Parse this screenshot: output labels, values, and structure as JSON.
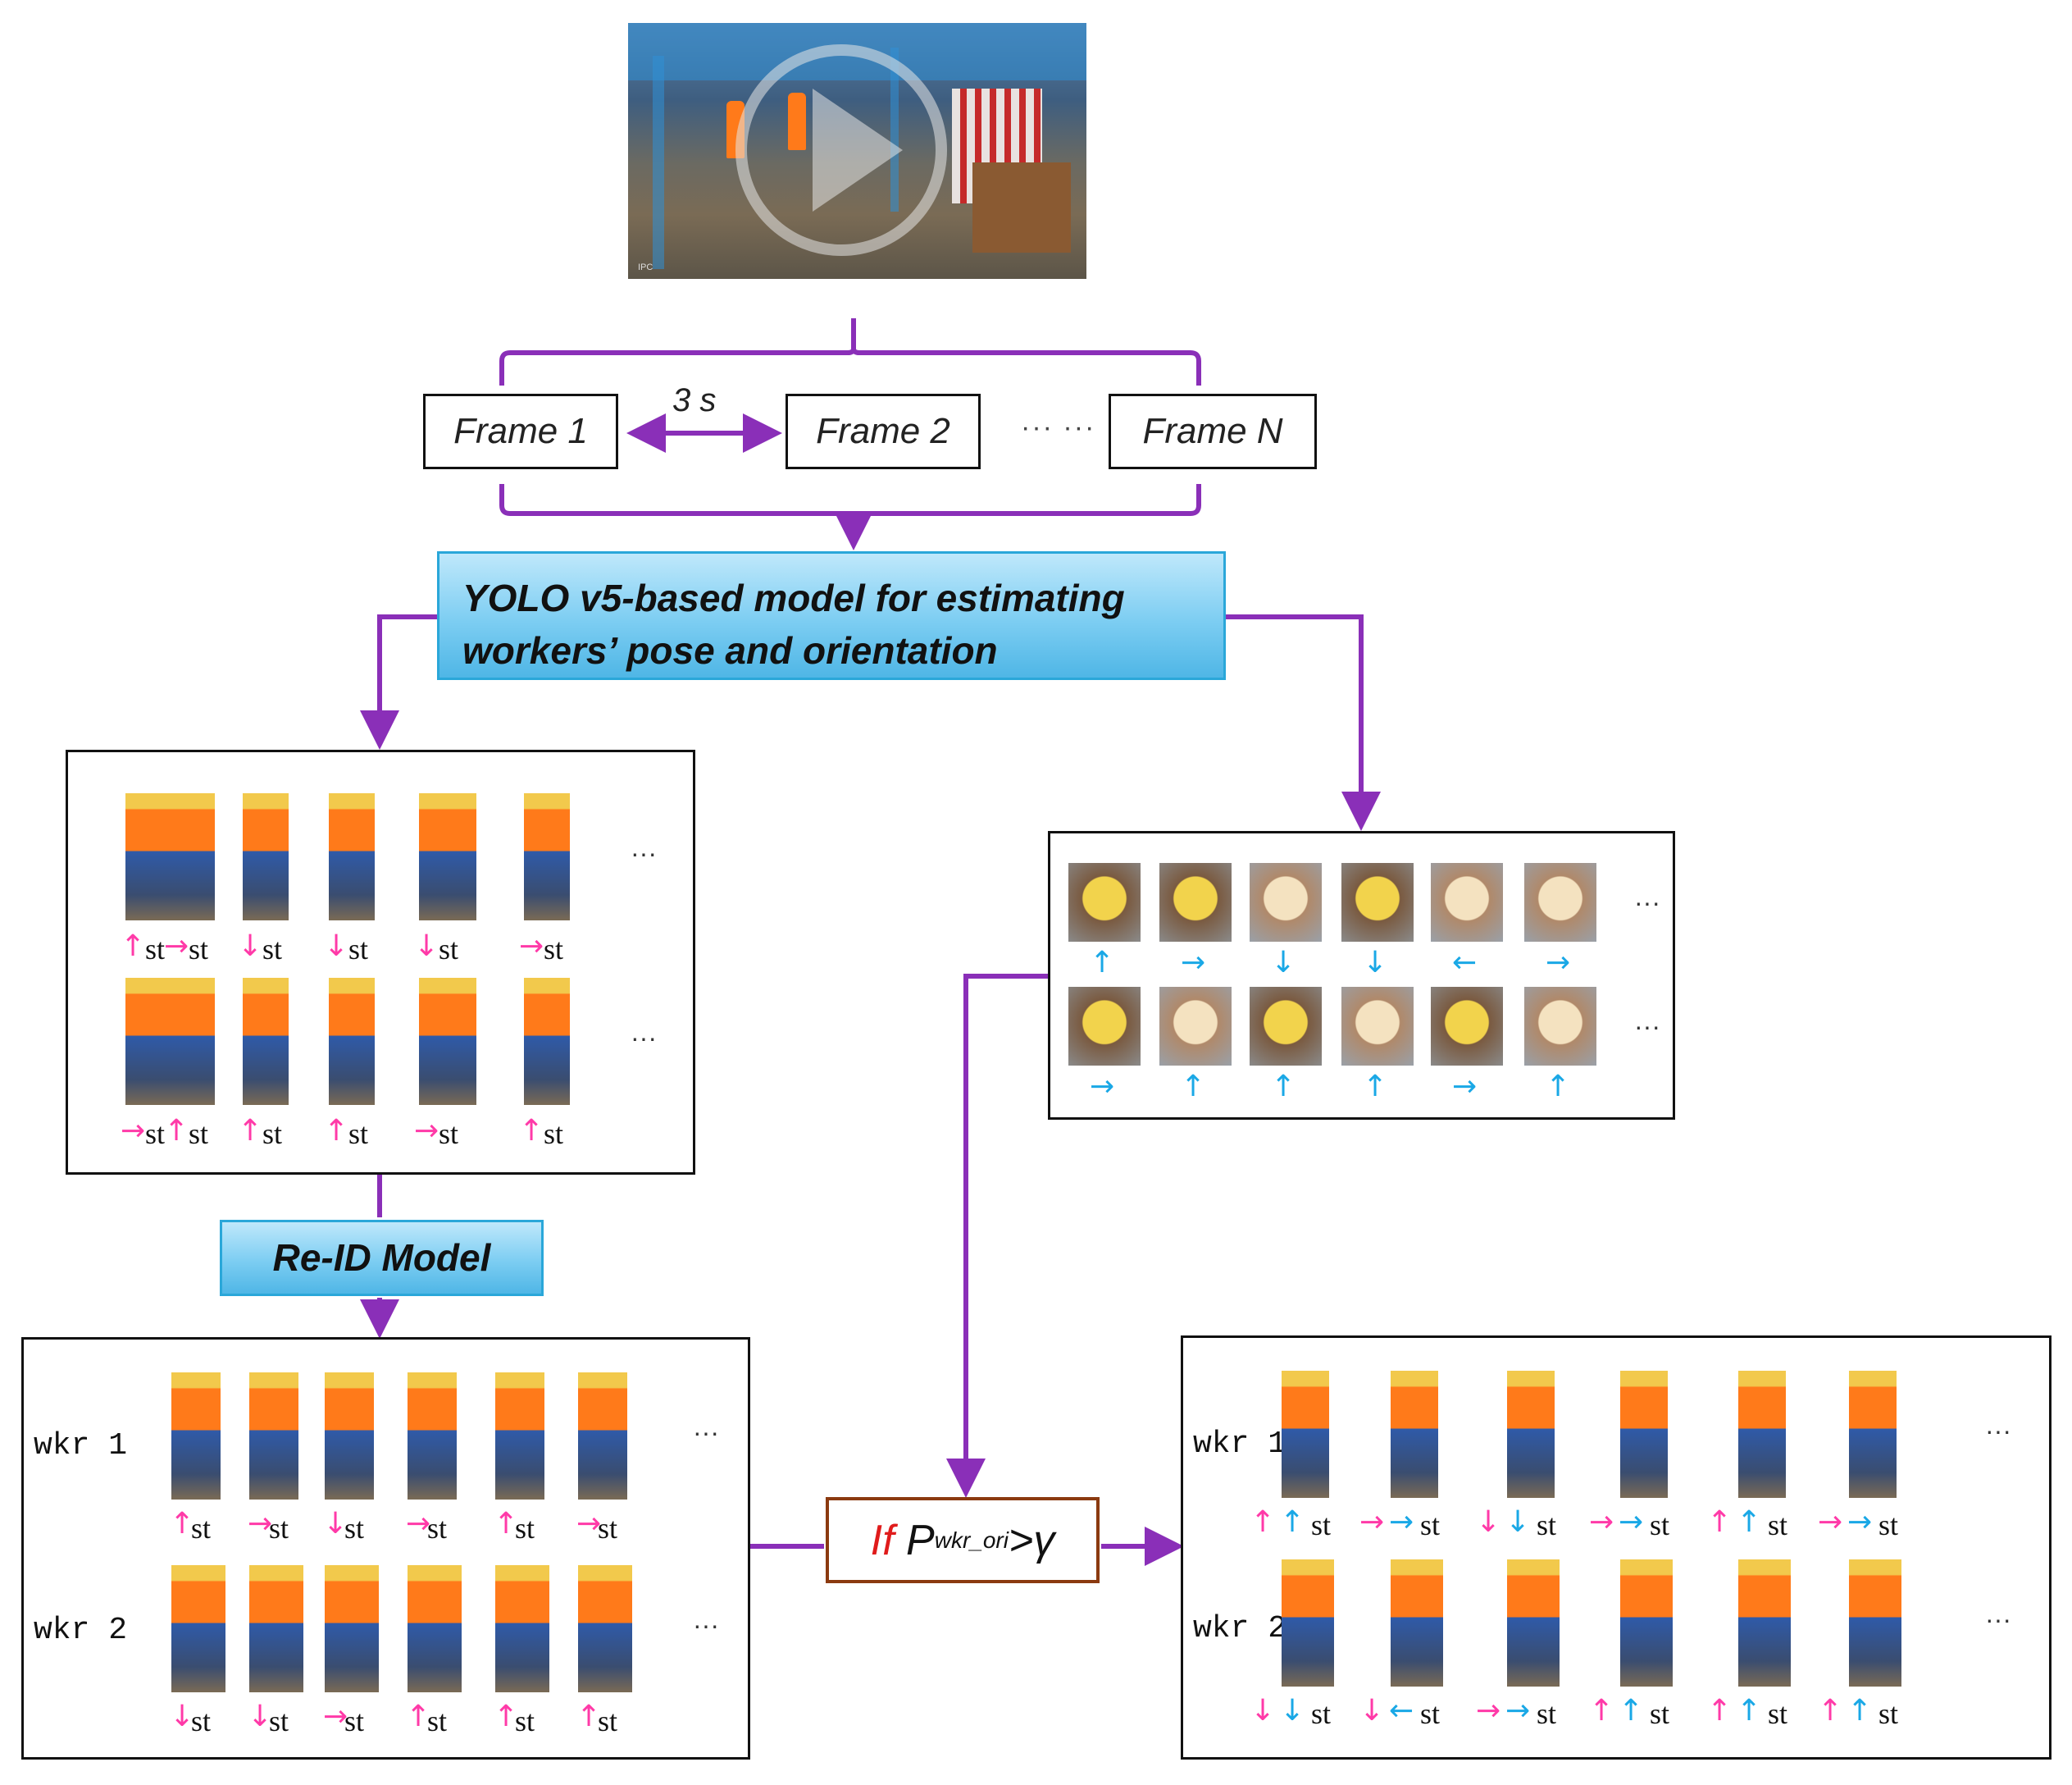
{
  "video": {
    "camera_label": "IPC"
  },
  "frames": {
    "labels": [
      "Frame 1",
      "Frame 2",
      "Frame N"
    ],
    "interval_label": "3 s",
    "ellipsis": "··· ···"
  },
  "models": {
    "yolo_line1": "YOLO v5-based model for estimating",
    "yolo_line2": "workers’ pose and orientation",
    "reid": "Re-ID Model"
  },
  "condition": {
    "if_word": "If",
    "p": "P",
    "subscript": "wkr_ori",
    "relation": ">γ"
  },
  "workers": [
    "wkr 1",
    "wkr 2"
  ],
  "pose_label": "st",
  "ellipsis": "···",
  "colors": {
    "connector": "#8a2fb8",
    "pose_arrow": "#ff3aa8",
    "orientation_arrow": "#1aa8e6",
    "condition_border": "#8b3a10",
    "condition_if": "#e01b1b"
  },
  "detections": {
    "row1_pose": [
      "up",
      "right",
      "down",
      "down",
      "down",
      "right"
    ],
    "row2_pose": [
      "right",
      "up",
      "up",
      "up",
      "right",
      "up"
    ]
  },
  "orientation": {
    "row1": [
      "up",
      "right",
      "down",
      "down",
      "left",
      "right"
    ],
    "row2": [
      "right",
      "up",
      "up",
      "up",
      "right",
      "up"
    ]
  },
  "reid_result": {
    "wkr1_pose": [
      "up",
      "right",
      "down",
      "right",
      "up",
      "right"
    ],
    "wkr2_pose": [
      "down",
      "down",
      "right",
      "up",
      "up",
      "up"
    ]
  },
  "final_result": {
    "wkr1": [
      [
        "up",
        "up"
      ],
      [
        "right",
        "right"
      ],
      [
        "down",
        "down"
      ],
      [
        "right",
        "right"
      ],
      [
        "up",
        "up"
      ],
      [
        "right",
        "right"
      ]
    ],
    "wkr2": [
      [
        "down",
        "down"
      ],
      [
        "down",
        "left"
      ],
      [
        "right",
        "right"
      ],
      [
        "up",
        "up"
      ],
      [
        "up",
        "up"
      ],
      [
        "up",
        "up"
      ]
    ]
  }
}
